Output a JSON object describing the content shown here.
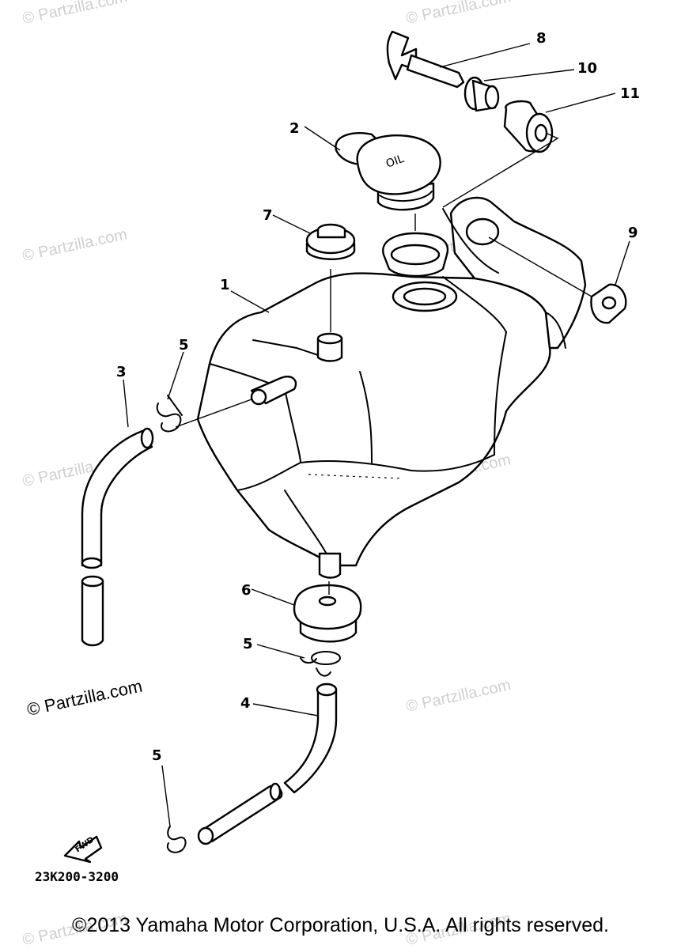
{
  "watermark": "© Partzilla.com",
  "watermark_featured": "© Partzilla.com",
  "diagram_code": "23K200-3200",
  "fwd_label": "FWD",
  "copyright": "©2013 Yamaha Motor Corporation, U.S.A. All rights reserved.",
  "callouts": [
    "1",
    "2",
    "3",
    "4",
    "5",
    "5",
    "5",
    "6",
    "7",
    "8",
    "9",
    "10",
    "11"
  ],
  "cap_marking": "OIL"
}
